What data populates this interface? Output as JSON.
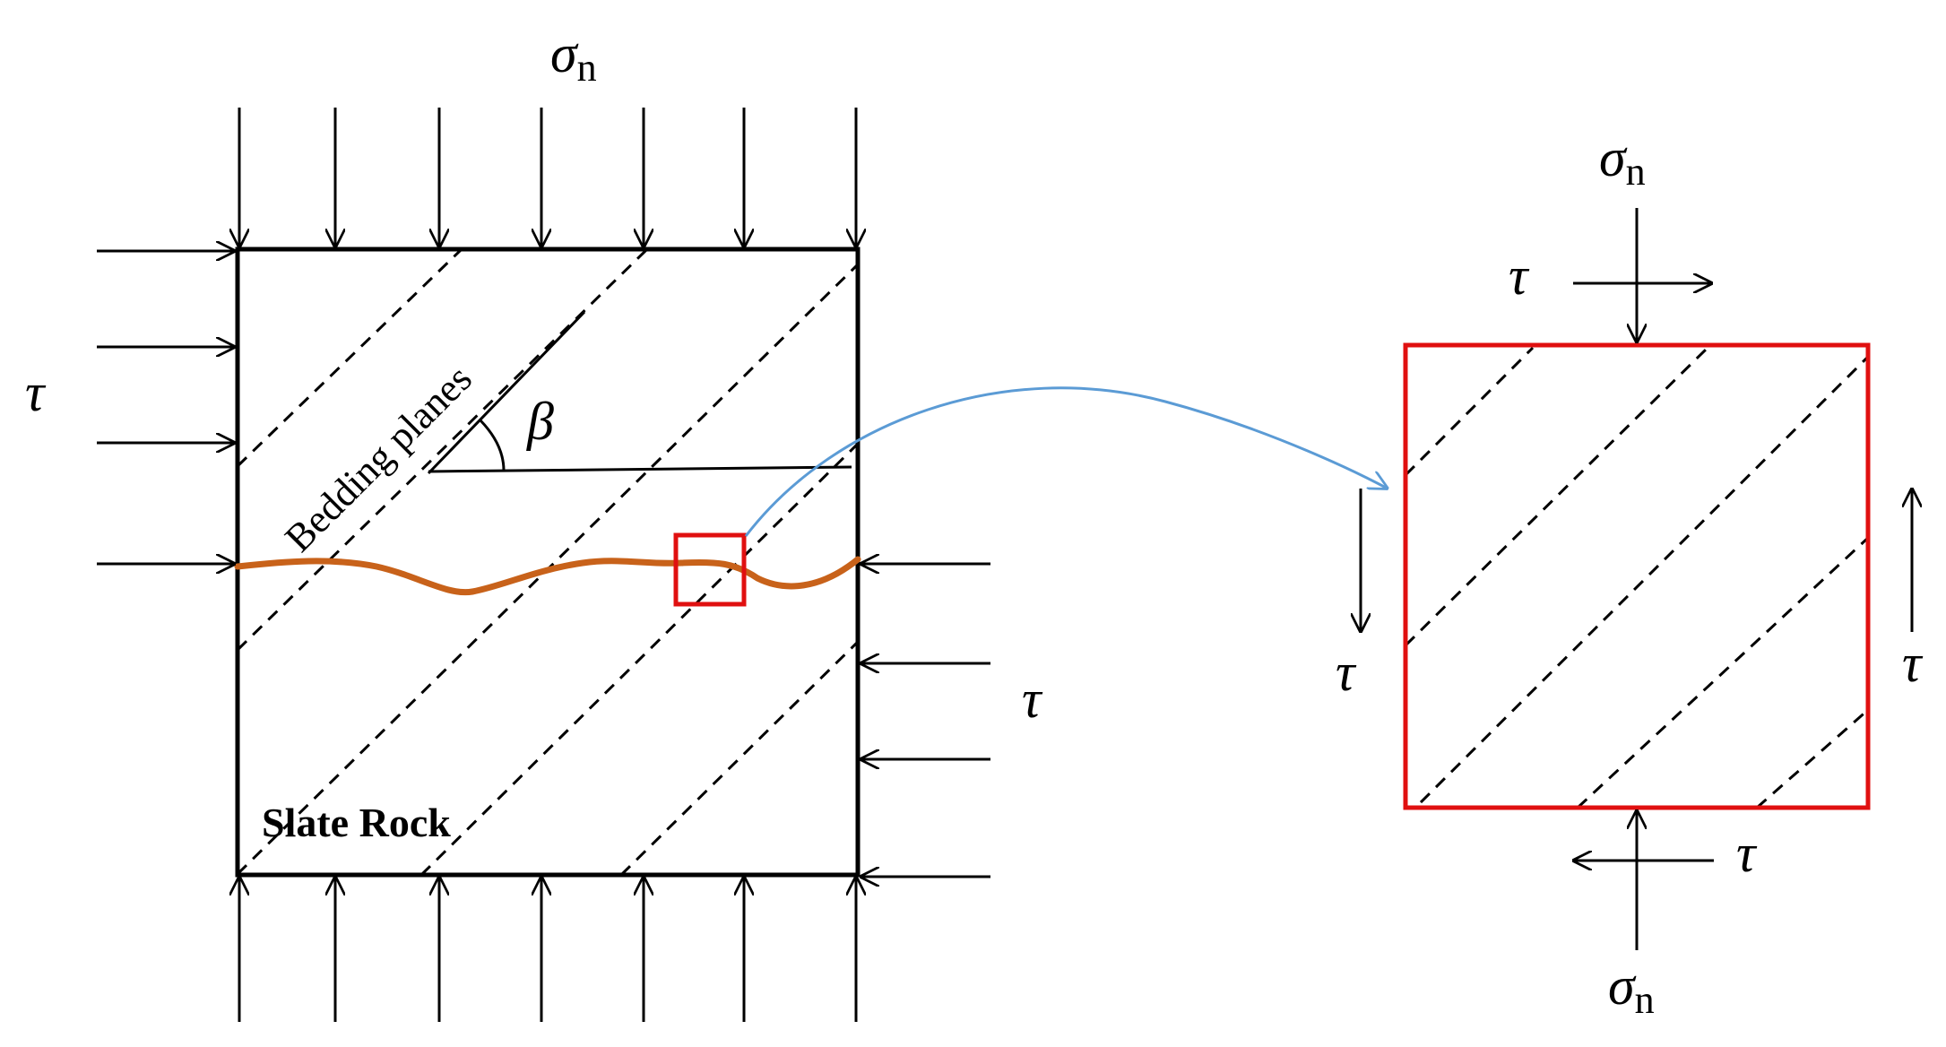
{
  "symbols": {
    "sigma": "σ",
    "sigma_sub": "n",
    "tau": "τ",
    "beta": "β"
  },
  "labels": {
    "bedding": "Bedding planes",
    "rock": "Slate Rock"
  },
  "colors": {
    "ink": "#000000",
    "element_box": "#e01010",
    "fracture": "#c8621a",
    "transfer_arrow": "#5b9bd5"
  }
}
